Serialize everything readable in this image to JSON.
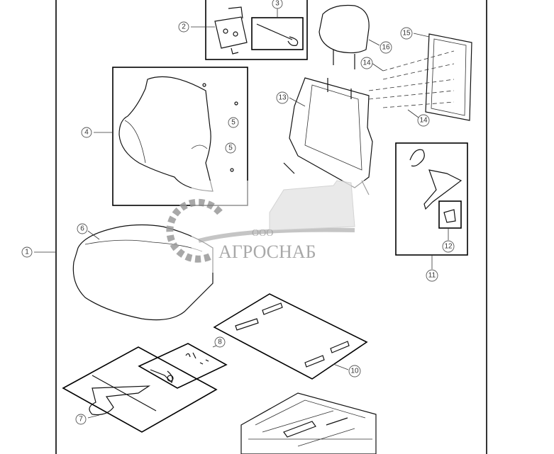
{
  "diagram": {
    "callouts": [
      "1",
      "2",
      "3",
      "4",
      "5",
      "5",
      "6",
      "7",
      "8",
      "10",
      "11",
      "12",
      "13",
      "14",
      "14",
      "15",
      "16"
    ]
  },
  "watermark": {
    "prefix": "ООО",
    "name": "АГРОСНАБ",
    "color": "#9a9a9a"
  }
}
